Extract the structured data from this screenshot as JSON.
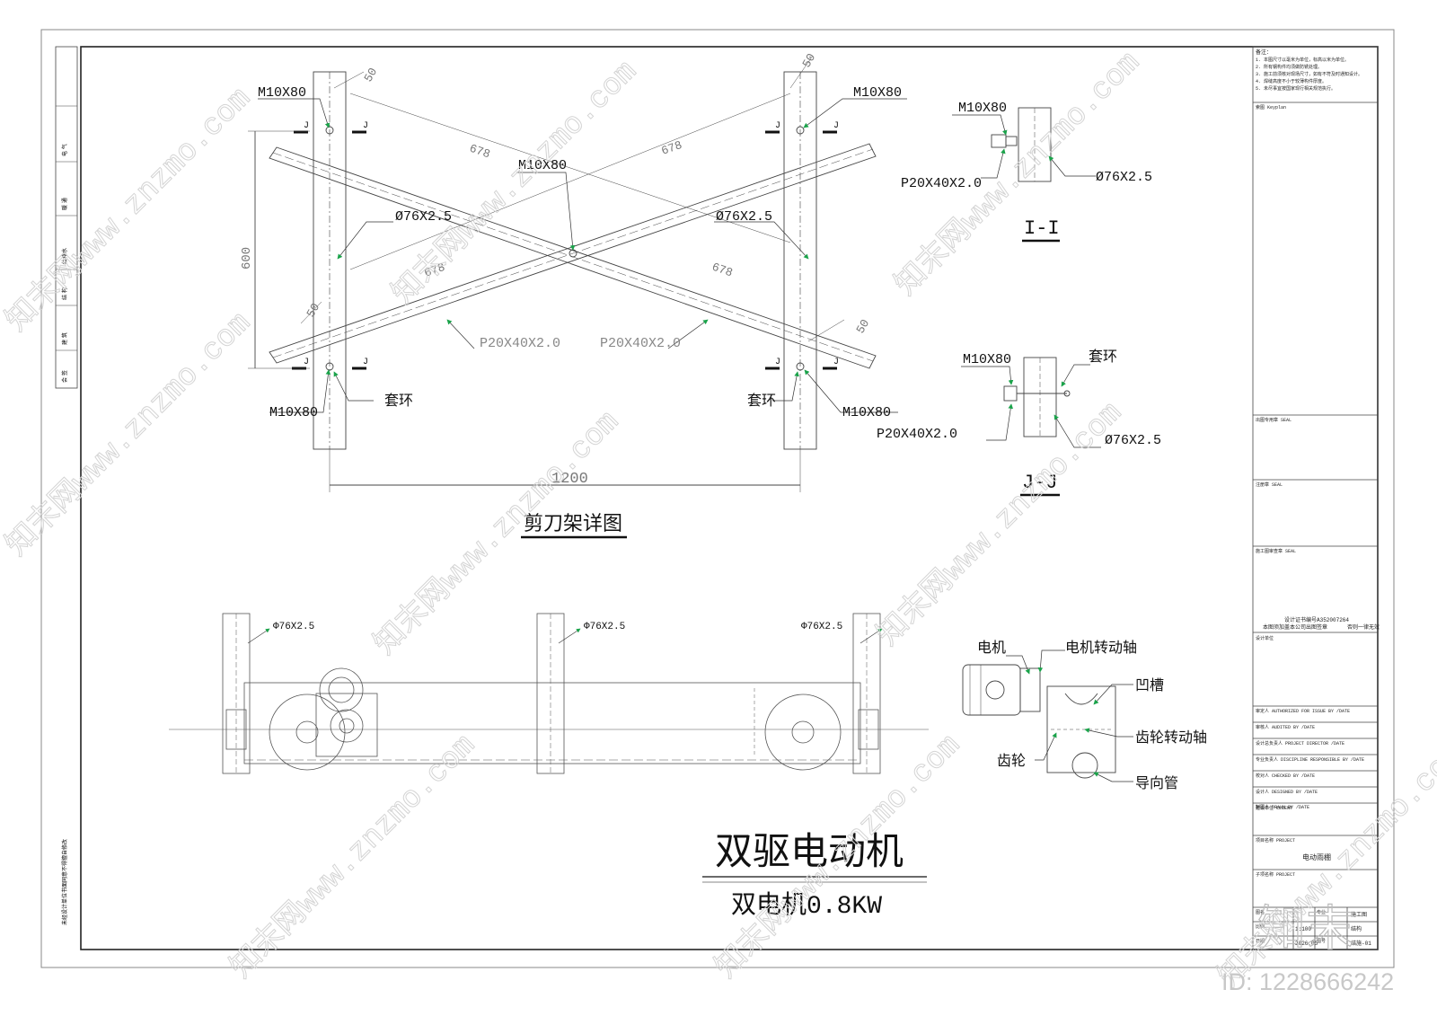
{
  "scissor_detail": {
    "title": "剪刀架详图",
    "bolt_label": "M10X80",
    "pipe_label": "Ø76X2.5",
    "flat_label": "P20X40X2.0",
    "ring_label": "套环",
    "dim_diagonal": "678",
    "dim_offset": "50",
    "dim_height": "600",
    "dim_width": "1200",
    "section_mark": "J"
  },
  "section_ii": {
    "title": "I-I",
    "bolt_label": "M10X80",
    "flat_label": "P20X40X2.0",
    "pipe_label": "Ø76X2.5"
  },
  "section_jj": {
    "title": "J-J",
    "bolt_label": "M10X80",
    "ring_label": "套环",
    "flat_label": "P20X40X2.0",
    "pipe_label": "Ø76X2.5"
  },
  "drive": {
    "pipe_label": "Φ76X2.5",
    "title": "双驱电动机",
    "subtitle": "双电机0.8KW"
  },
  "motor_detail": {
    "motor": "电机",
    "motor_shaft": "电机转动轴",
    "groove": "凹槽",
    "gear_shaft": "齿轮转动轴",
    "gear": "齿轮",
    "guide_tube": "导向管"
  },
  "title_block": {
    "notes_heading": "备注：",
    "notes": [
      "1. 本图尺寸以毫米为单位，标高以米为单位。",
      "2. 所有钢构件均须做防锈处理。",
      "3. 施工前须核对现场尺寸，如有不符及时通知设计。",
      "4. 焊缝高度不小于较薄构件厚度。",
      "5. 未尽事宜按国家现行相关规范执行。"
    ],
    "keyplan": "索图 Keyplan",
    "seal_1": "出图专用章 SEAL",
    "seal_2": "注册章 SEAL",
    "seal_3": "施工图审查章 SEAL",
    "cert": "设计证书编号A352007264",
    "cert_note": "本图须加盖本公司出图签章",
    "cert_void": "否则一律无效",
    "units": "设计单位",
    "roles": [
      "审定人 AUTHORIZED FOR ISSUE BY /DATE",
      "审核人 AUDITED BY /DATE",
      "设计总负责人 PROJECT DIRECTOR /DATE",
      "专业负责人 DISCIPLINE RESPONSIBLE BY /DATE",
      "校对人 CHECKED BY /DATE",
      "设计人 DESIGNED BY /DATE",
      "制图人 DRAWN BY /DATE"
    ],
    "client": "建设单位 CLIENT",
    "project_label": "项目名称 PROJECT",
    "project_name": "电动雨棚",
    "subitem_label": "子项名称 PROJECT",
    "drawing_label": "图名",
    "scale_label": "比例",
    "scale": "1:100",
    "phase_label": "专业",
    "phase": "施工图",
    "discipline": "结构",
    "date_label": "日期",
    "date": "2026.06",
    "sheet_label": "图号",
    "sheet_no": "结施-01",
    "logo": "知末"
  },
  "left_strip": {
    "cells": [
      "会 签",
      "建 筑",
      "结 构",
      "给排水",
      "暖 通",
      "电 气"
    ],
    "stamp_text": "未经设计单位书面同意不得擅自修改"
  },
  "watermark": {
    "text": "知末网www.znzmo.com",
    "id": "ID: 1228666242"
  }
}
